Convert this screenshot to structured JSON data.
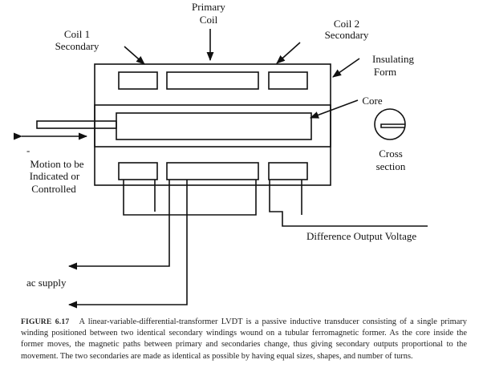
{
  "labels": {
    "primary": [
      "Primary",
      "Coil"
    ],
    "coil1": [
      "Coil 1",
      "Secondary"
    ],
    "coil2": [
      "Coil 2",
      "Secondary"
    ],
    "insulating": [
      "Insulating",
      "Form"
    ],
    "core": "Core",
    "cross": [
      "Cross",
      "section"
    ],
    "dash": "-",
    "motion": [
      "Motion to be",
      "Indicated or",
      "Controlled"
    ],
    "diff_output": "Difference Output Voltage",
    "ac_supply": "ac supply"
  },
  "caption": {
    "figure": "FIGURE 6.17",
    "text": "A linear-variable-differential-transformer LVDT is a passive inductive transducer consisting of a single primary winding positioned between two identical secondary windings wound on a tubular ferromagnetic former. As the core inside the former moves, the magnetic paths between primary and secondaries change, thus giving secondary outputs proportional to the movement. The two secondaries are made as identical as possible by having equal sizes, shapes, and number of turns."
  }
}
